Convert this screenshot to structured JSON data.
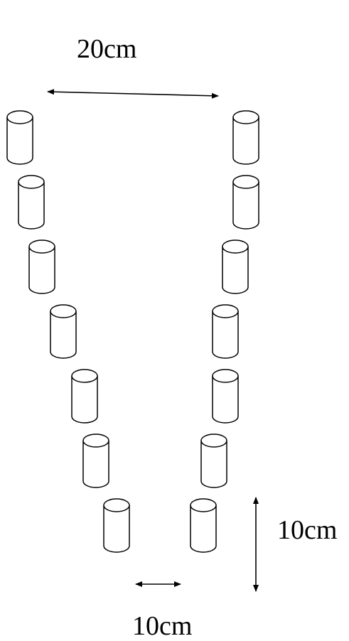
{
  "labels": {
    "top_spacing": "20cm",
    "vertical_spacing": "10cm",
    "bottom_spacing": "10cm"
  },
  "diagram": {
    "left_column_count": 7,
    "right_column_count": 7,
    "stroke_color": "#000000",
    "background_color": "#ffffff"
  }
}
